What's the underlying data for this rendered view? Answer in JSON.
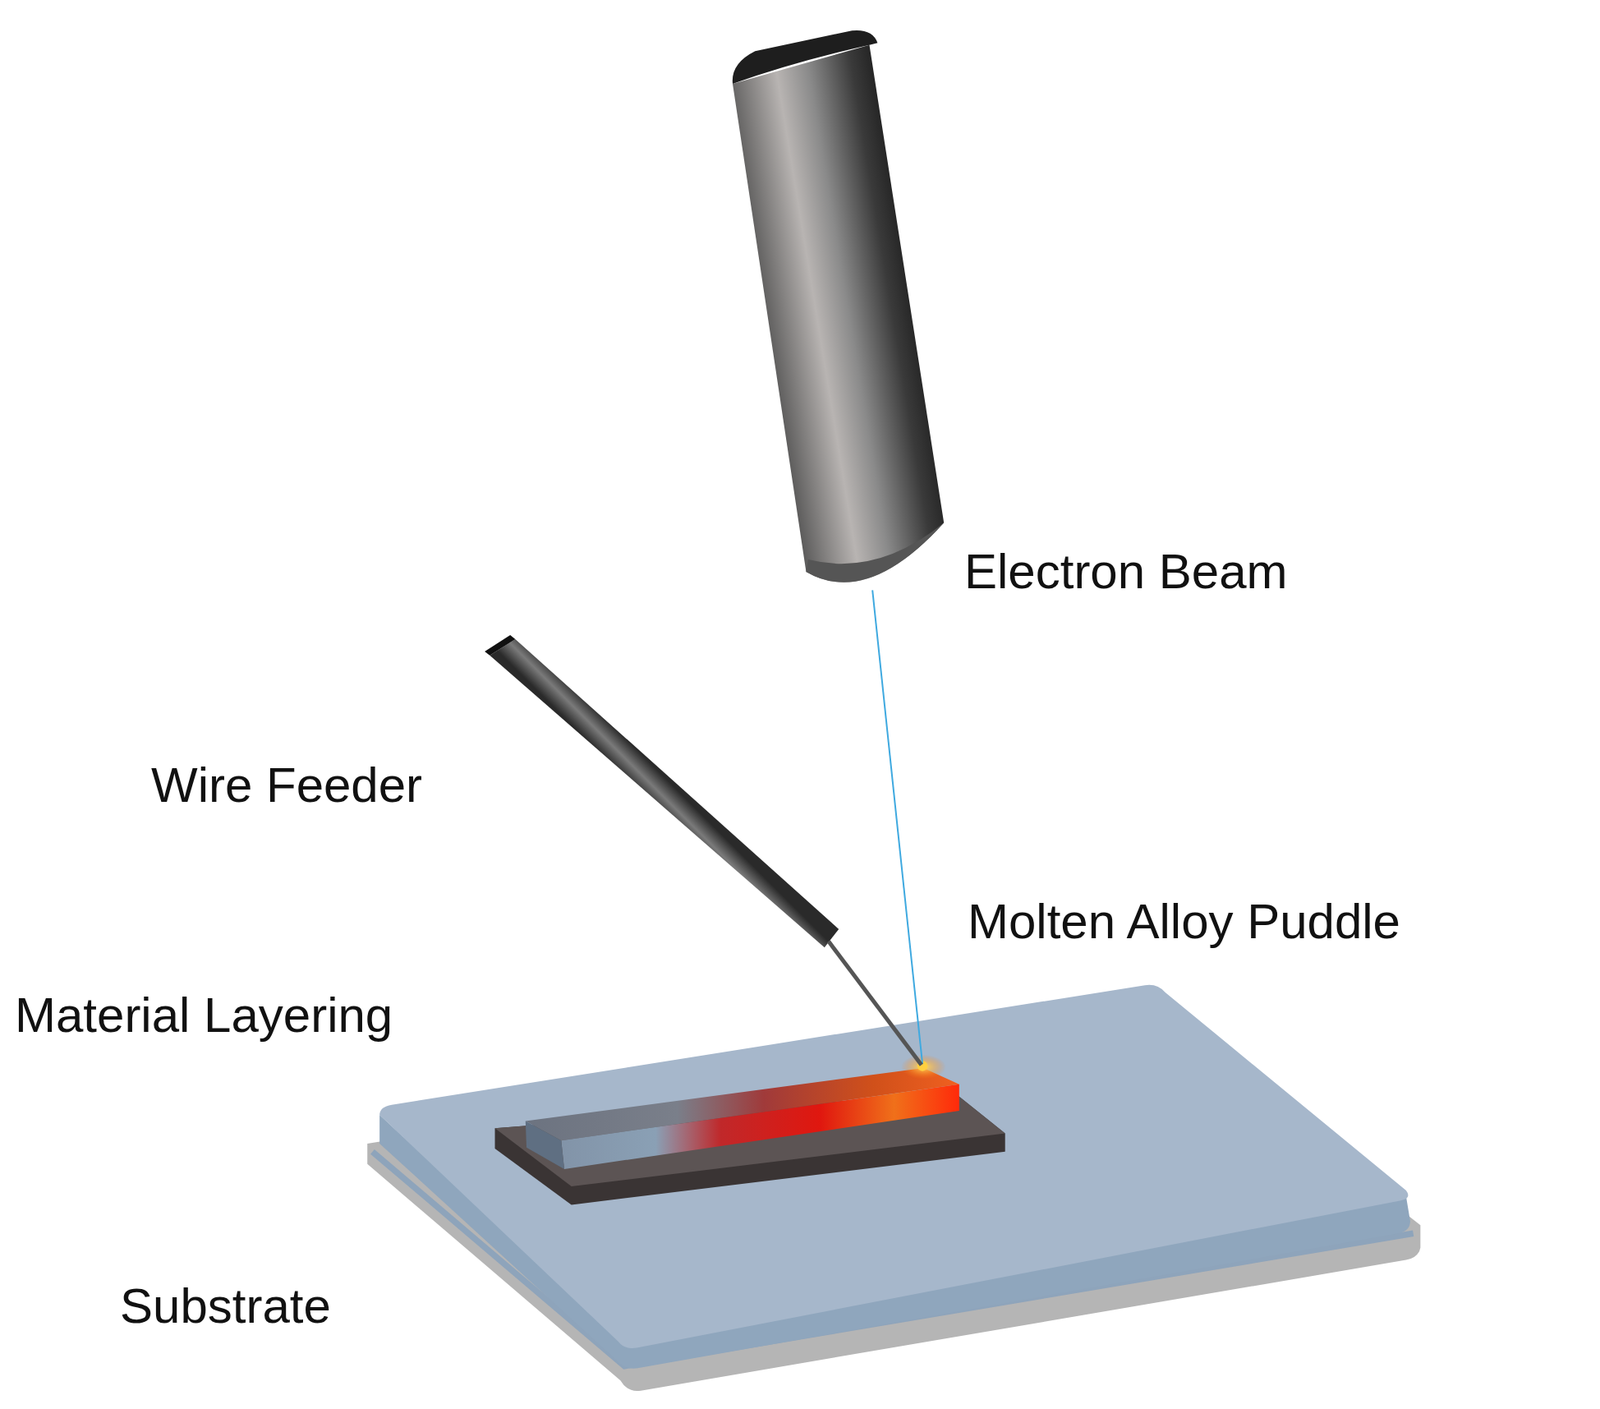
{
  "diagram": {
    "labels": [
      "Electron Beam",
      "Wire Feeder",
      "Molten Alloy Puddle",
      "Material Layering",
      "Substrate"
    ]
  }
}
